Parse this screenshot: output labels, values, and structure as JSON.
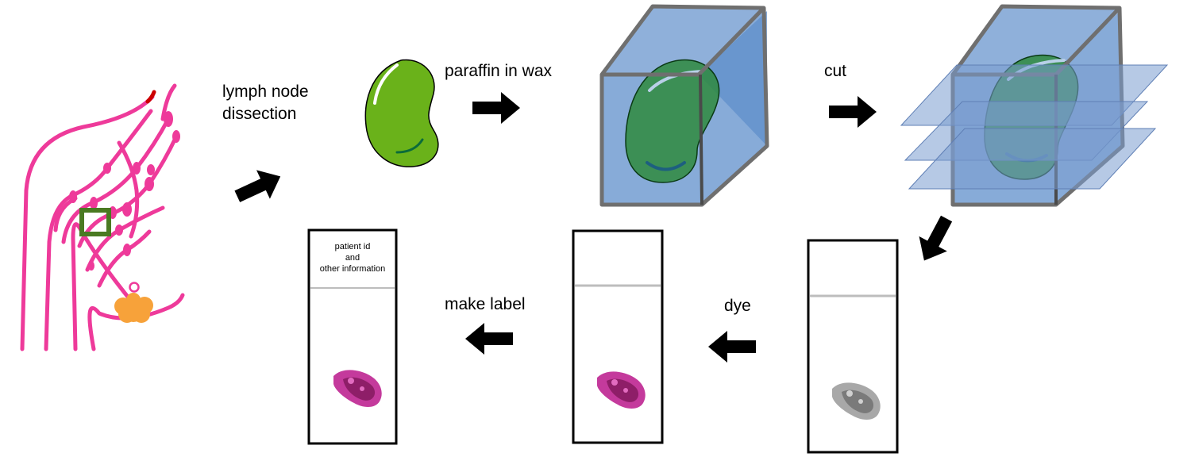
{
  "steps": {
    "dissection_line1": "lymph node",
    "dissection_line2": "dissection",
    "paraffin": "paraffin in wax",
    "cut": "cut",
    "dye": "dye",
    "make_label": "make label"
  },
  "label_slide": {
    "line1": "patient id",
    "line2": "and",
    "line3": "other information"
  },
  "colors": {
    "lymph_vessels": "#ee3a9a",
    "lymph_node": "#6ab21a",
    "wax_block": "#5f8fcb",
    "tumor": "#f7a23a",
    "selection_box": "#4a7a22",
    "stained_tissue": "#b0247e",
    "unstained_tissue": "#8c8c8c"
  }
}
